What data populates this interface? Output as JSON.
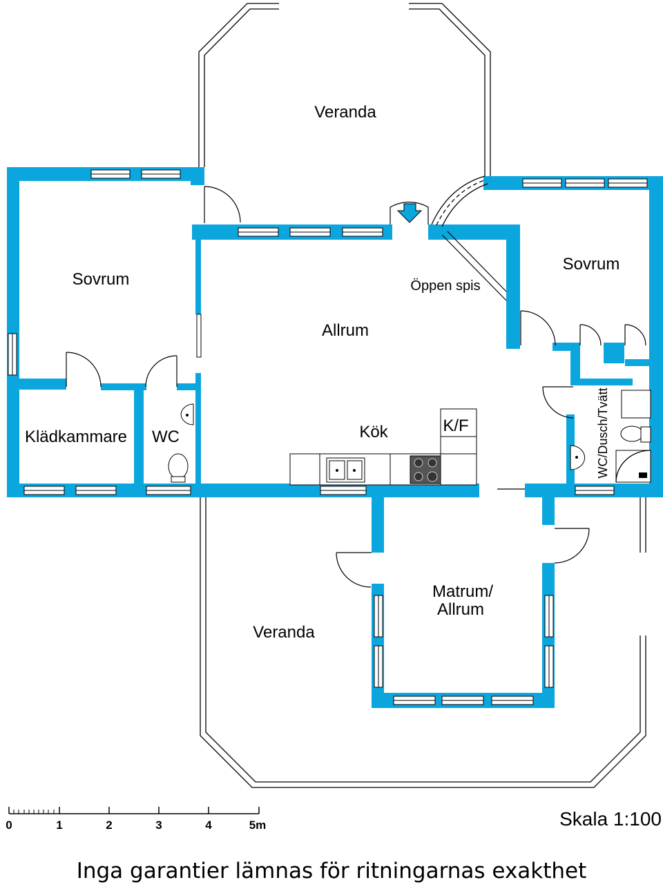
{
  "rooms": {
    "veranda_top": "Veranda",
    "sovrum_left": "Sovrum",
    "allrum": "Allrum",
    "oppen_spis": "Öppen spis",
    "sovrum_right": "Sovrum",
    "kladkammare": "Klädkammare",
    "wc": "WC",
    "kok": "Kök",
    "kf": "K/F",
    "wc_dusch_tvatt": "WC/Dusch/Tvätt",
    "veranda_bottom": "Veranda",
    "matrum_line1": "Matrum/",
    "matrum_line2": "Allrum"
  },
  "scale": {
    "ticks": [
      "0",
      "1",
      "2",
      "3",
      "4",
      "5m"
    ],
    "label": "Skala 1:100"
  },
  "disclaimer": "Inga garantier lämnas för ritningarnas exakthet",
  "colors": {
    "wall": "#0aa6dd",
    "line": "#000000",
    "background": "#ffffff"
  }
}
